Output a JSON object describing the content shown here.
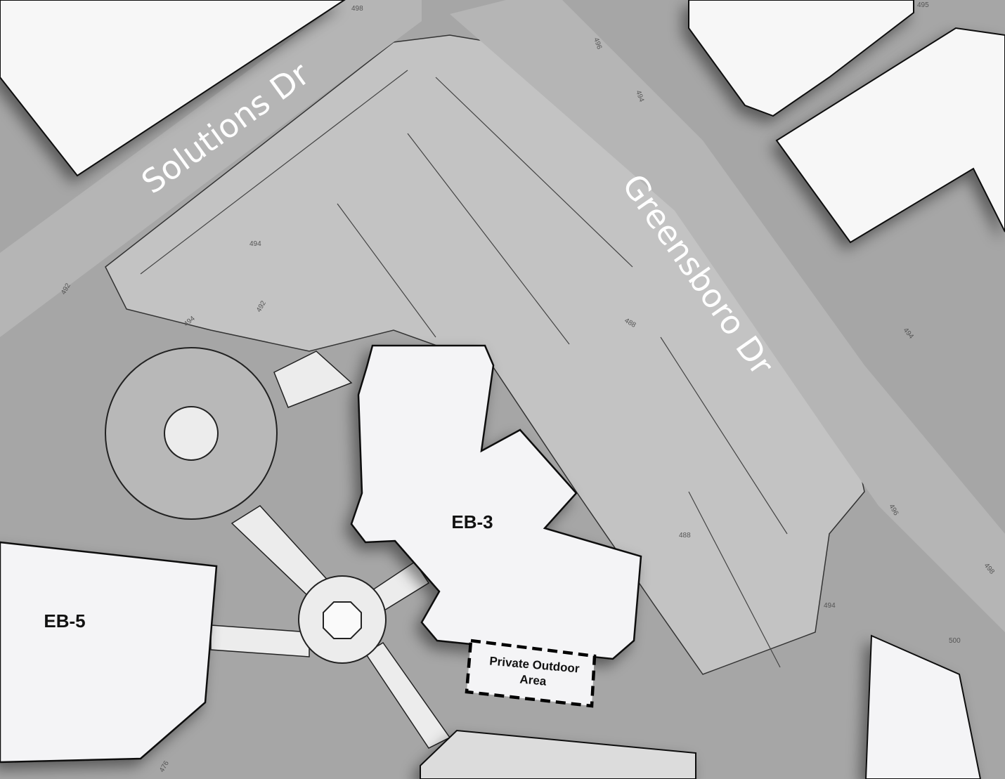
{
  "map": {
    "roads": [
      {
        "name": "Solutions Dr"
      },
      {
        "name": "Greensboro Dr"
      }
    ],
    "buildings": [
      {
        "label": "EB-3"
      },
      {
        "label": "EB-5"
      }
    ],
    "areas": [
      {
        "label_line1": "Private Outdoor",
        "label_line2": "Area"
      }
    ],
    "contours": [
      "498",
      "496",
      "495",
      "494",
      "494",
      "492",
      "492",
      "494",
      "488",
      "488",
      "494",
      "496",
      "498",
      "500",
      "494",
      "476"
    ],
    "colors": {
      "ground": "#a6a6a6",
      "pavement": "#c2c2c2",
      "building": "#f4f4f6",
      "road_label": "#ffffff"
    }
  }
}
